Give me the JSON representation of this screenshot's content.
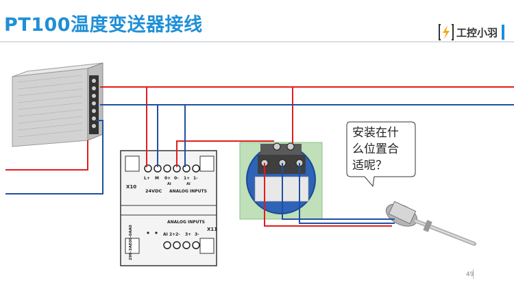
{
  "title": "PT100温度变送器接线",
  "brand": {
    "name": "工控小羽"
  },
  "callout": {
    "text": "安装在什\n么位置合\n适呢？"
  },
  "page_number": "49",
  "module": {
    "top_label": "X10",
    "bottom_label": "X11",
    "supply_label": "24VDC",
    "analog_inputs_label": "ANALOG  INPUTS",
    "analog_outputs_label": "ANALOG INPUTS",
    "side_text": "299-3AE00-0AA0",
    "top_terminals": [
      "L+",
      "M",
      "0+",
      "0-",
      "1+",
      "1-"
    ],
    "ai_top": [
      "AI",
      "AI"
    ],
    "bottom_terminals": [
      "AI 2+",
      "2-",
      "3+",
      "3-"
    ]
  },
  "colors": {
    "title": "#1f8fd6",
    "wire_red": "#e41b1b",
    "wire_blue": "#1d4fa3"
  }
}
